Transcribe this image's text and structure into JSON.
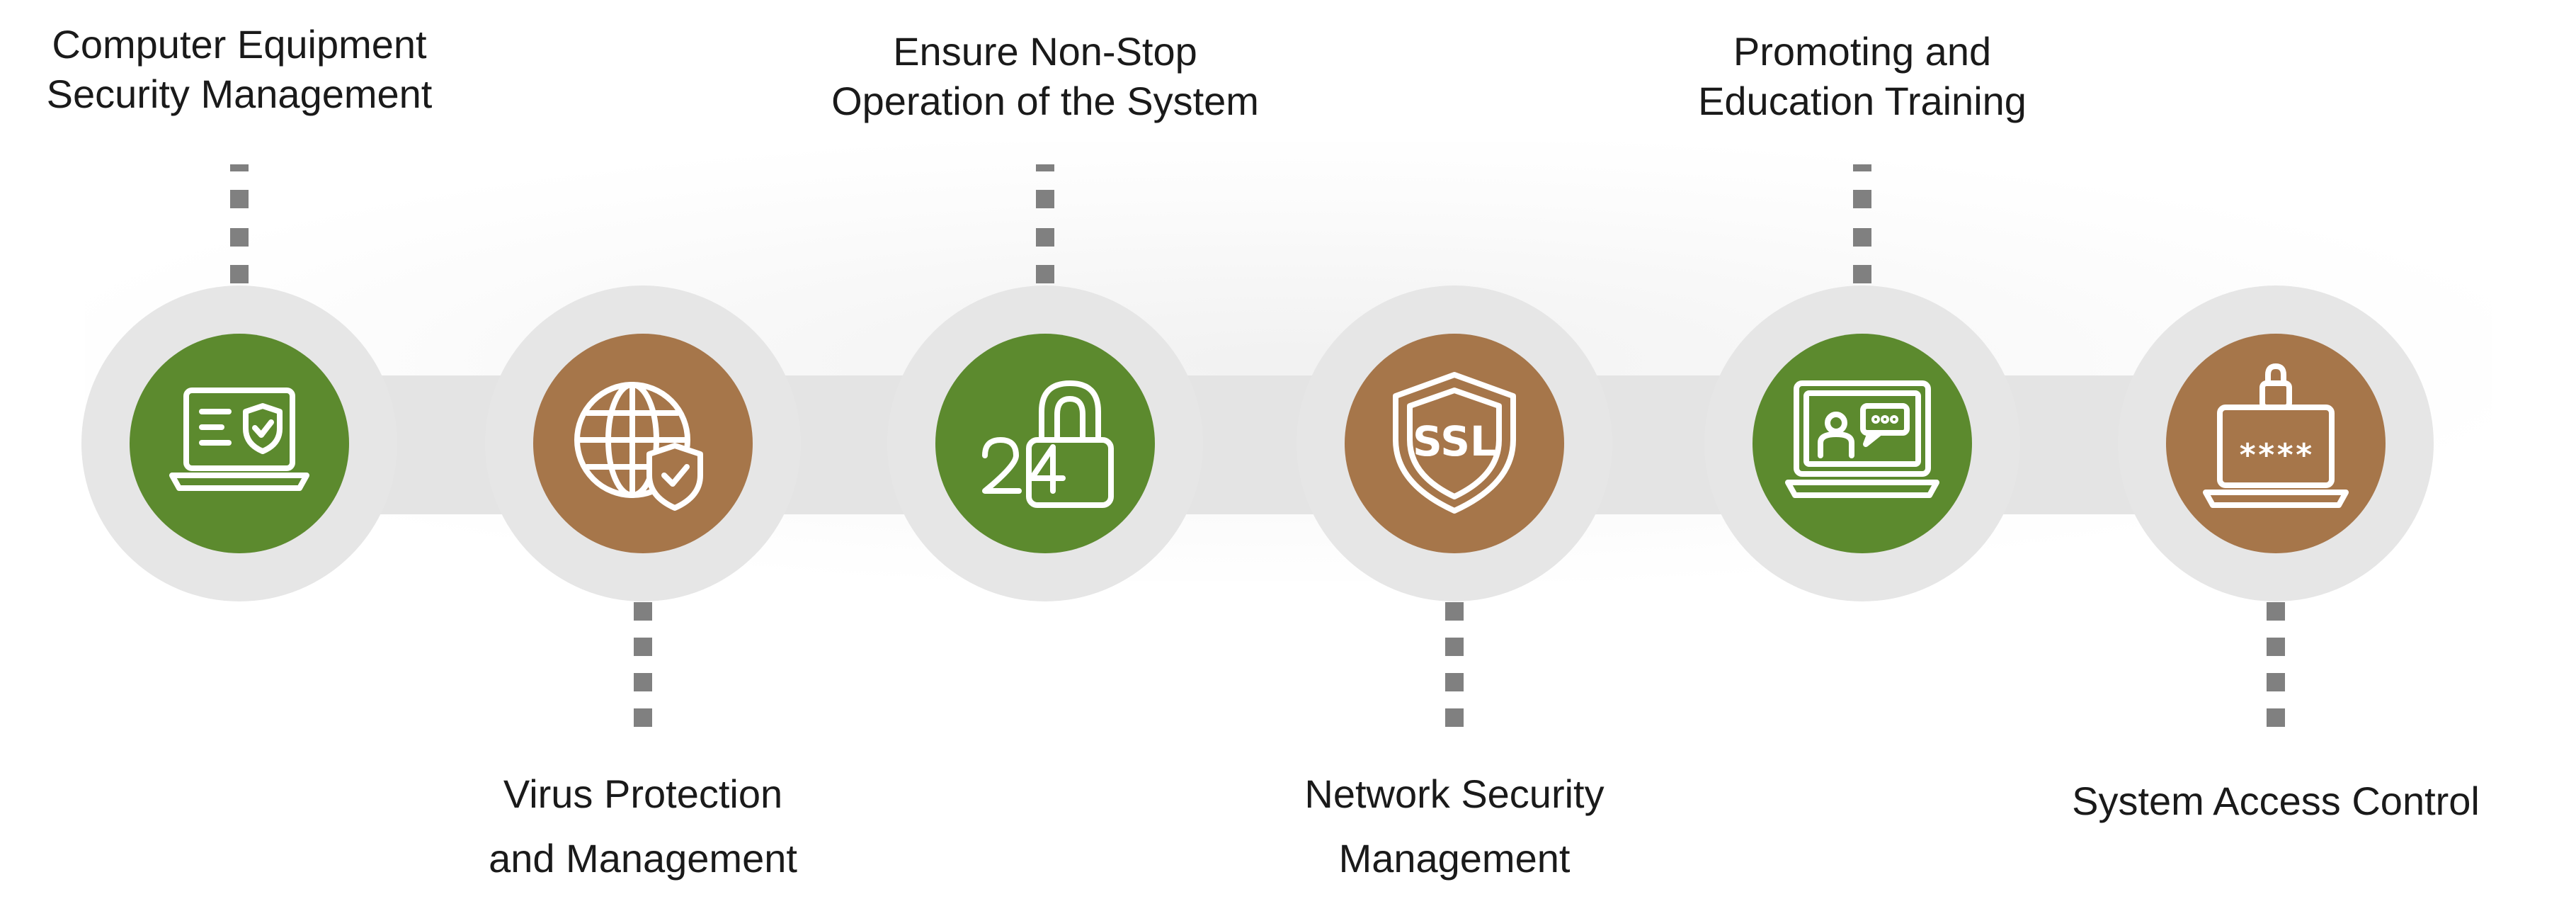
{
  "colors": {
    "green": "#5c8a2e",
    "brown": "#a6764a",
    "disc": "#e6e6e6",
    "band": "#e4e4e4",
    "dash": "#808080",
    "text": "#1a1a1a"
  },
  "steps": [
    {
      "icon": "laptop-shield-icon",
      "color": "green",
      "label_position": "top",
      "label_lines": [
        "Computer Equipment",
        "Security Management"
      ]
    },
    {
      "icon": "globe-shield-icon",
      "color": "brown",
      "label_position": "bottom",
      "label_lines": [
        "Virus Protection",
        "and Management"
      ]
    },
    {
      "icon": "padlock-24-icon",
      "color": "green",
      "label_position": "top",
      "label_lines": [
        "Ensure Non-Stop",
        "Operation of the System"
      ]
    },
    {
      "icon": "ssl-shield-icon",
      "color": "brown",
      "label_position": "bottom",
      "label_lines": [
        "Network Security",
        "Management"
      ]
    },
    {
      "icon": "monitor-presenter-icon",
      "color": "green",
      "label_position": "top",
      "label_lines": [
        "Promoting and",
        "Education Training"
      ]
    },
    {
      "icon": "laptop-password-lock-icon",
      "color": "brown",
      "label_position": "bottom",
      "label_lines": [
        "System Access Control"
      ]
    }
  ]
}
